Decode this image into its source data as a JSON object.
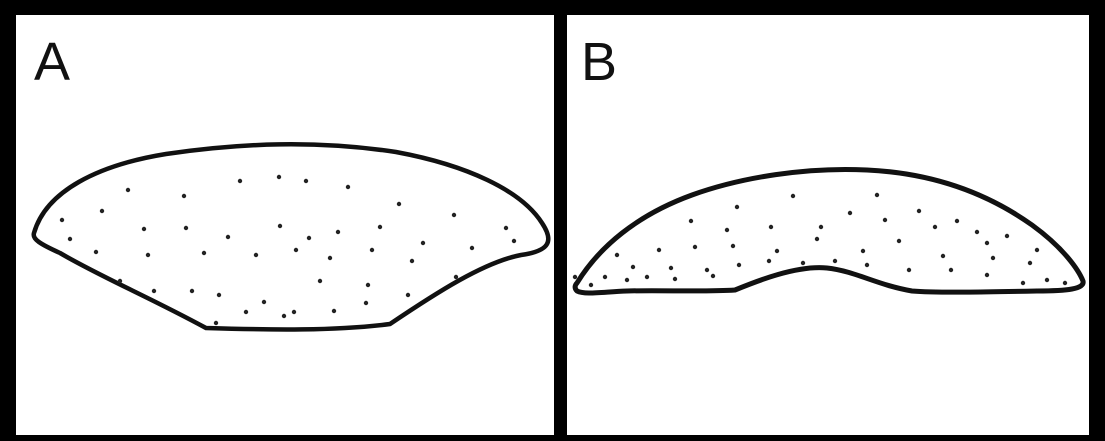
{
  "panels": [
    {
      "label": "A",
      "shape": "wide-convex-outline"
    },
    {
      "label": "B",
      "shape": "arched-outline"
    }
  ],
  "colors": {
    "background": "#000000",
    "panel": "#ffffff",
    "ink": "#111111"
  }
}
